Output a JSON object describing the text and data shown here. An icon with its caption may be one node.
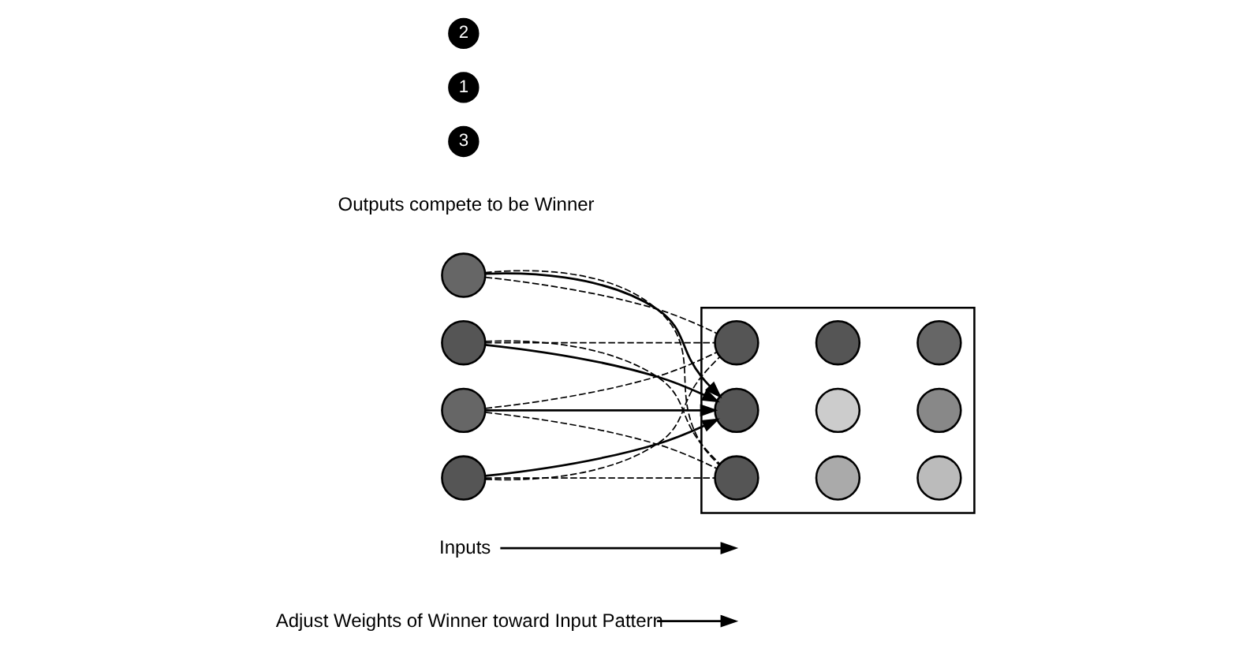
{
  "diagram": {
    "nodes": [
      {
        "text": [
          "Adjust Weights of Winner toward Input Pattern"
        ]
      },
      {
        "text": [
          "Inputs"
        ]
      },
      {
        "text": [],
        "shape": "circle"
      },
      {
        "text": [],
        "shape": "circle"
      },
      {
        "text": [],
        "shape": "circle"
      },
      {
        "text": [],
        "shape": "circle"
      },
      {
        "text": [],
        "shape": "box"
      },
      {
        "text": [],
        "shape": "circle",
        "in": 6
      },
      {
        "text": [],
        "shape": "circle",
        "in": 6
      },
      {
        "text": [],
        "shape": "circle",
        "in": 6
      },
      {
        "text": [],
        "shape": "circle",
        "in": 6
      },
      {
        "text": [],
        "shape": "circle",
        "in": 6
      },
      {
        "text": [],
        "shape": "circle",
        "in": 6
      },
      {
        "text": [],
        "shape": "circle",
        "in": 6
      },
      {
        "text": [],
        "shape": "circle",
        "in": 6
      },
      {
        "text": [],
        "shape": "circle",
        "in": 6
      },
      {
        "text": [
          "Outputs compete to be Winner"
        ]
      }
    ],
    "labels": [
      "3",
      "1",
      "2"
    ],
    "edges": [
      {
        "from": 0,
        "to": null,
        "arrow": "to"
      },
      {
        "from": 1,
        "to": null,
        "arrow": "to"
      },
      {
        "from": 2,
        "to": 7,
        "arrow": "none",
        "style": "dashed"
      },
      {
        "from": 2,
        "to": 10,
        "arrow": "to"
      },
      {
        "from": 2,
        "to": 13,
        "arrow": "none",
        "style": "dashed"
      },
      {
        "from": 3,
        "to": 7,
        "arrow": "none",
        "style": "dashed"
      },
      {
        "from": 3,
        "to": 10,
        "arrow": "to"
      },
      {
        "from": 3,
        "to": 13,
        "arrow": "none",
        "style": "dashed"
      },
      {
        "from": 4,
        "to": 7,
        "arrow": "none",
        "style": "dashed"
      },
      {
        "from": 4,
        "to": 10,
        "arrow": "to"
      },
      {
        "from": 4,
        "to": 13,
        "arrow": "none",
        "style": "dashed"
      },
      {
        "from": 5,
        "to": 7,
        "arrow": "none",
        "style": "dashed"
      },
      {
        "from": 5,
        "to": 10,
        "arrow": "to"
      },
      {
        "from": 5,
        "to": 13,
        "arrow": "none",
        "style": "dashed"
      }
    ]
  }
}
